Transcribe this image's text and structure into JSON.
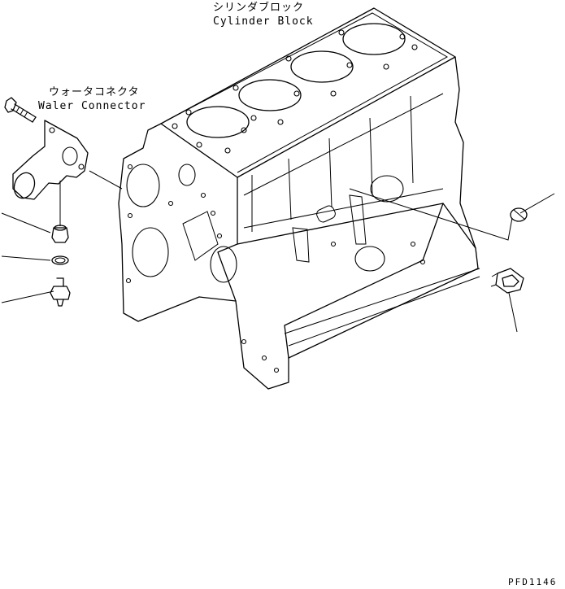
{
  "labels": {
    "cylinder_block_jp": "シリンダブロック",
    "cylinder_block_en": "Cylinder Block",
    "water_connector_jp": "ウォータコネクタ",
    "water_connector_en": "Waler Connector",
    "drawing_ref": "PFD1146"
  },
  "colors": {
    "line": "#000000",
    "background": "#ffffff"
  }
}
